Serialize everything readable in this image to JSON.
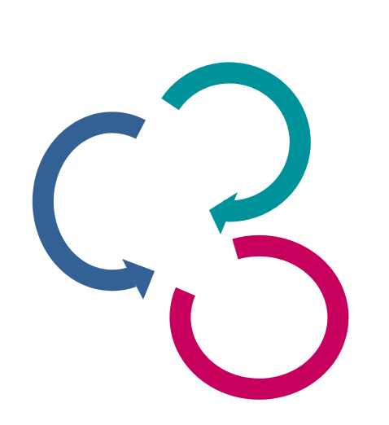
{
  "graphic": {
    "background_color": "#ffffff",
    "arrows": [
      {
        "name": "blue-arrow",
        "color": "#336195"
      },
      {
        "name": "teal-arrow",
        "color": "#00929a"
      },
      {
        "name": "magenta-ring",
        "color": "#c8005d"
      }
    ]
  }
}
